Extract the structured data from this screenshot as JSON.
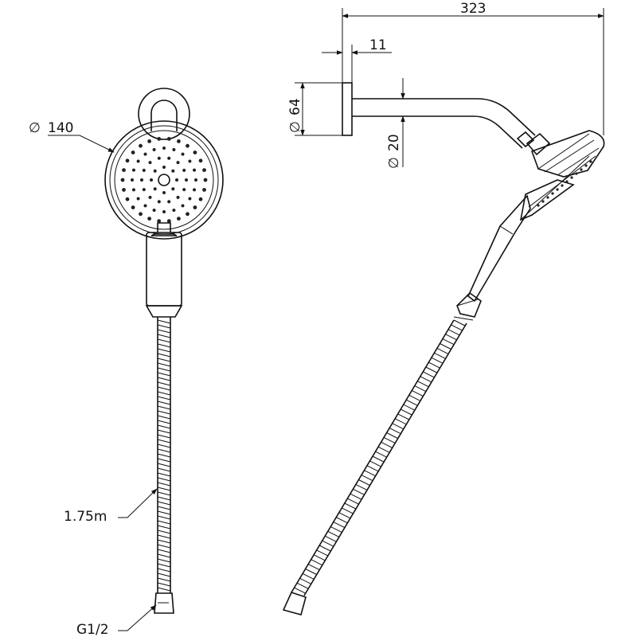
{
  "dimensions": {
    "overall_length": "323",
    "flange_thickness": "11",
    "flange_diameter": "64",
    "arm_diameter": "20",
    "head_diameter": "140",
    "hose_length": "1.75m",
    "connection": "G1/2"
  },
  "symbols": {
    "diameter": "∅"
  }
}
